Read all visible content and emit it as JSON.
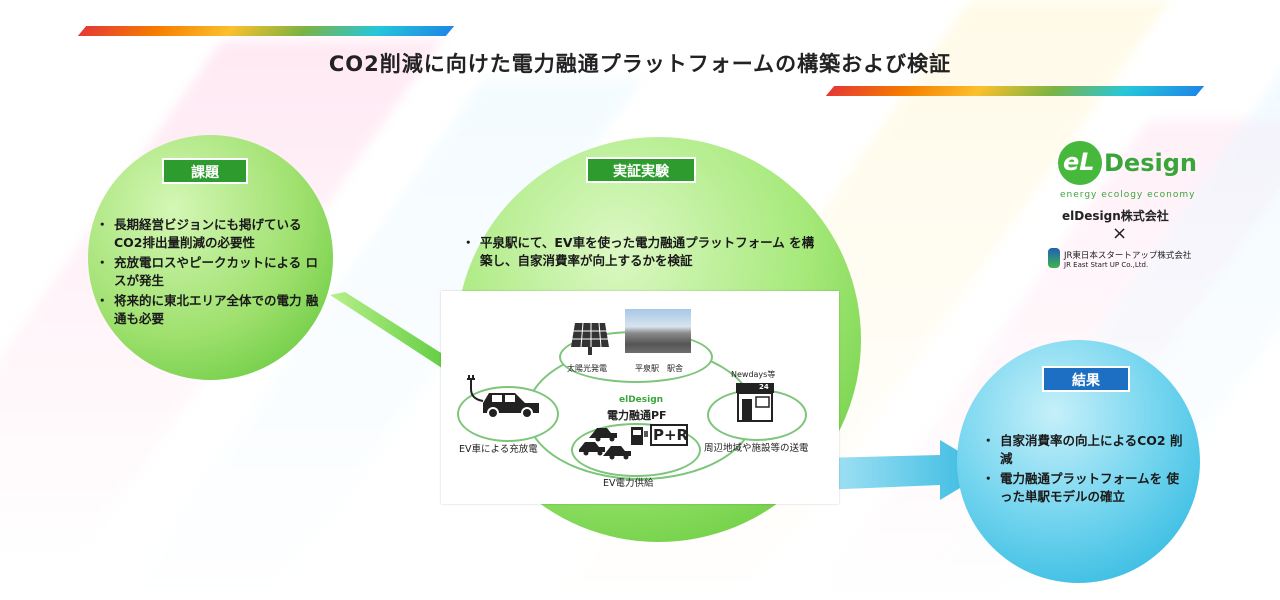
{
  "page": {
    "title": "CO2削減に向けた電力融通プラットフォームの構築および検証"
  },
  "colors": {
    "green": "#2e9b2e",
    "green_light": "#a6e97a",
    "cyan": "#25b7d8",
    "blue_tag": "#1d6fc4"
  },
  "issues": {
    "tag": "課題",
    "bullets": [
      "長期経営ビジョンにも掲げている CO2排出量削減の必要性",
      "充放電ロスやピークカットによる ロスが発生",
      "将来的に東北エリア全体での電力 融通も必要"
    ]
  },
  "experiment": {
    "tag": "実証実験",
    "bullets": [
      "平泉駅にて、EV車を使った電力融通プラットフォーム を構築し、自家消費率が向上するかを検証"
    ],
    "diagram": {
      "solar_label": "太陽光発電",
      "station_label": "平泉駅　駅舎",
      "newdays_label": "Newdays等",
      "ev_car_label": "EV車による充放電",
      "center_logo": "elDesign",
      "center_label": "電力融通PF",
      "park_ride": "P+R",
      "supply_label": "周辺地域や施設等の送電",
      "ev_supply_label": "EV電力供給",
      "store_number": "24"
    }
  },
  "result": {
    "tag": "結果",
    "bullets": [
      "自家消費率の向上によるCO2 削減",
      "電力融通プラットフォームを 使った単駅モデルの確立"
    ]
  },
  "partners": {
    "logo_el": "eL",
    "logo_design": "Design",
    "tagline": "energy ecology economy",
    "company": "elDesign株式会社",
    "cross": "×",
    "jr_name": "JR東日本スタートアップ株式会社",
    "jr_name_en": "JR East Start UP Co.,Ltd."
  }
}
